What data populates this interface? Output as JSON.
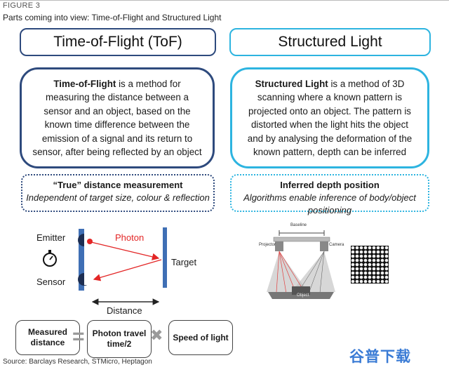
{
  "figure": {
    "label": "FIGURE 3",
    "title": "Parts coming into view: Time-of-Flight and Structured Light"
  },
  "tof": {
    "header": "Time-of-Flight (ToF)",
    "desc_term": "Time-of-Flight",
    "desc_rest": " is a method for measuring the distance between a sensor and an object, based on the known time difference between the emission of a signal and its return to sensor, after being reflected by an object",
    "headline": "“True” distance measurement",
    "sub": "Independent of target size, colour & reflection"
  },
  "sl": {
    "header": "Structured Light",
    "desc_term": "Structured Light",
    "desc_rest": " is a method of 3D scanning where a known pattern is projected onto an object. The pattern is distorted when the light hits the object and by analysing the deformation of the known pattern, depth can be inferred",
    "headline": "Inferred depth position",
    "sub": "Algorithms enable inference of body/object positioning"
  },
  "tof_diagram": {
    "emitter": "Emitter",
    "sensor": "Sensor",
    "photon": "Photon",
    "target": "Target",
    "distance": "Distance"
  },
  "sl_diagram": {
    "baseline": "Baseline",
    "projector": "Projector",
    "camera": "Camera",
    "object": "Object"
  },
  "equation": {
    "measured": "Measured distance",
    "equals": "=",
    "photon_time": "Photon travel time/2",
    "times": "✖",
    "speed": "Speed of light"
  },
  "source": "Source: Barclays Research, STMicro, Heptagon",
  "watermark": "谷普下载",
  "colors": {
    "tof_blue": "#2e4a7d",
    "sl_cyan": "#2db4e0",
    "photon_red": "#e32626",
    "device_blue": "#3f6fb5"
  }
}
